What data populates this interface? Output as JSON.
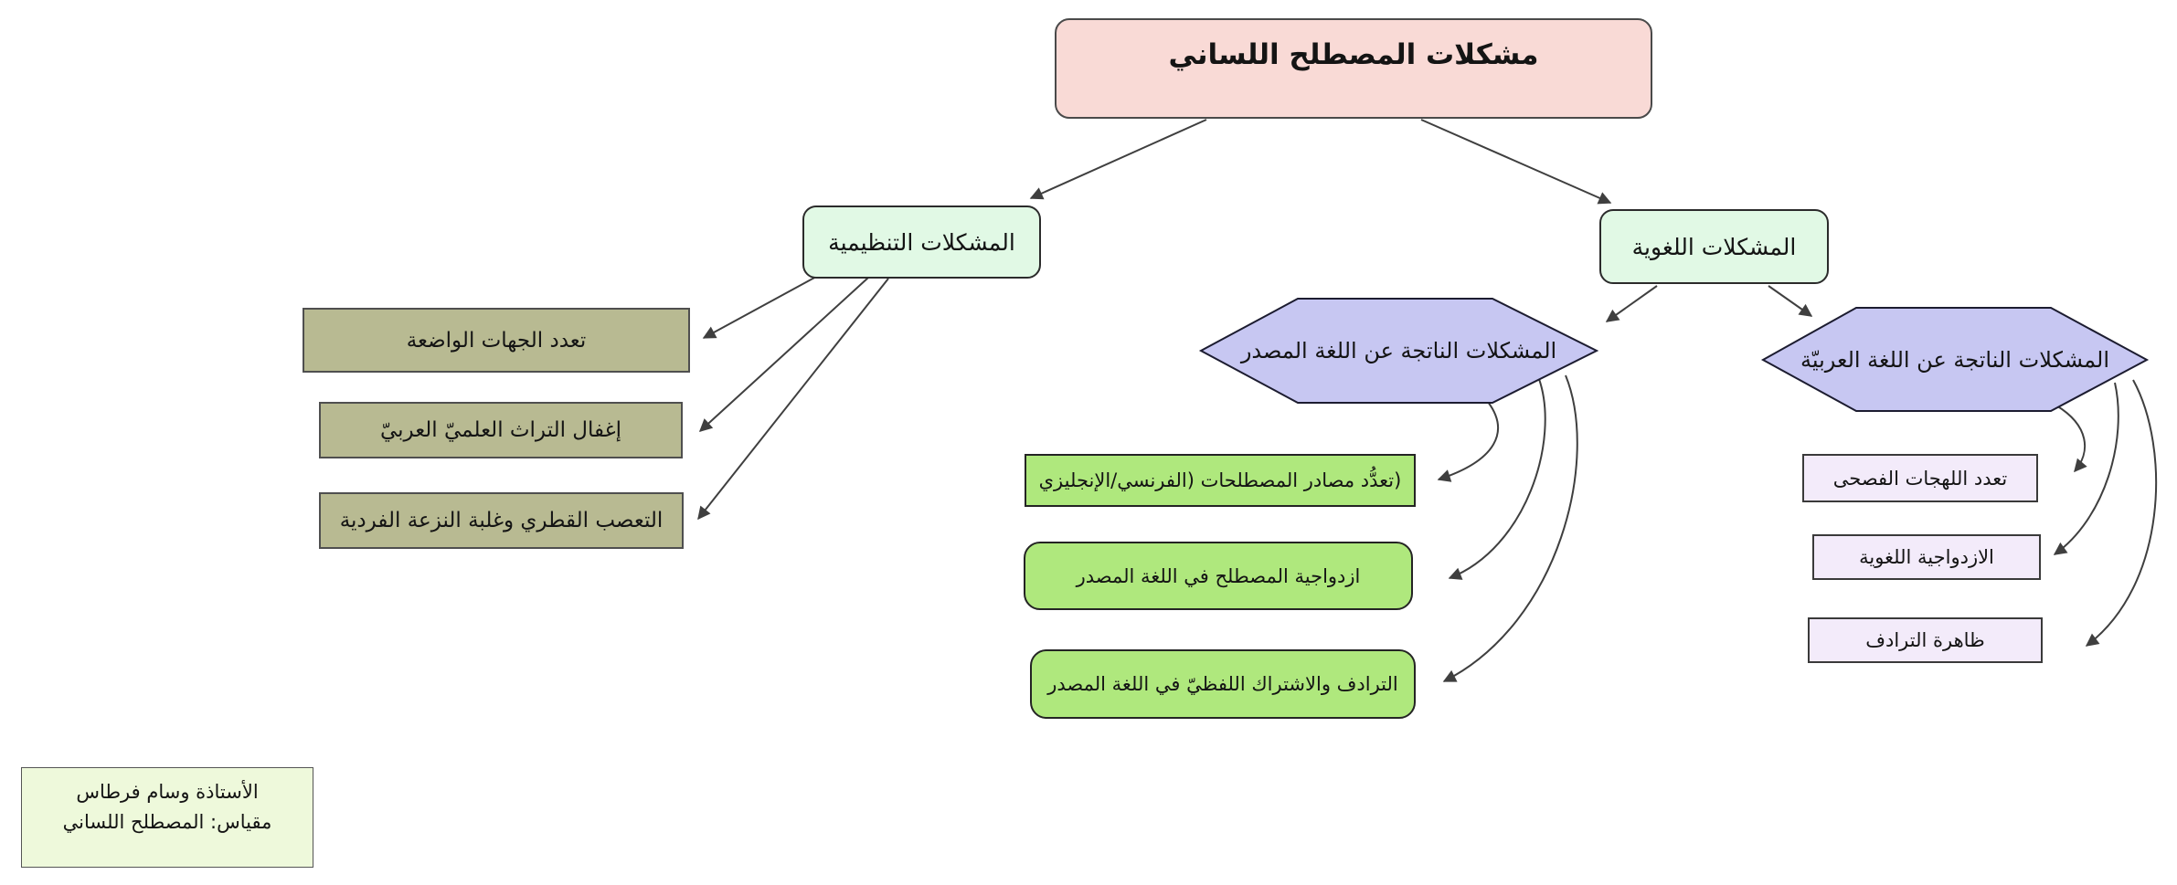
{
  "diagram": {
    "root": {
      "label": "مشكلات المصطلح اللساني"
    },
    "organizational": {
      "label": "المشكلات التنظيمية",
      "items": [
        "تعدد الجهات الواضعة",
        "إغفال التراث العلميّ العربيّ",
        "التعصب القطري وغلبة النزعة الفردية"
      ]
    },
    "linguistic": {
      "label": "المشكلات اللغوية",
      "source_language": {
        "label": "المشكلات الناتجة عن اللغة المصدر",
        "items": [
          "(تعدُّد مصادر المصطلحات (الفرنسي/الإنجليزي",
          "ازدواجية المصطلح في اللغة المصدر",
          "الترادف والاشتراك اللفظيّ في اللغة المصدر"
        ]
      },
      "arabic_language": {
        "label": "المشكلات الناتجة عن اللغة العربيّة",
        "items": [
          "تعدد اللهجات الفصحى",
          "الازدواجية اللغوية",
          "ظاهرة الترادف"
        ]
      }
    },
    "credit": {
      "line1": "الأستاذة وسام فرطاس",
      "line2": "مقياس: المصطلح اللساني"
    },
    "colors": {
      "root_fill": "#f9dad6",
      "branch_fill": "#e1f9e5",
      "organizational_item_fill": "#b8ba92",
      "hexagon_fill": "#c7c7f2",
      "source_item_fill": "#afe87d",
      "arabic_item_fill": "#f3ebfa",
      "credit_fill": "#eef9db",
      "arrow_color": "#3f3f3f"
    }
  }
}
